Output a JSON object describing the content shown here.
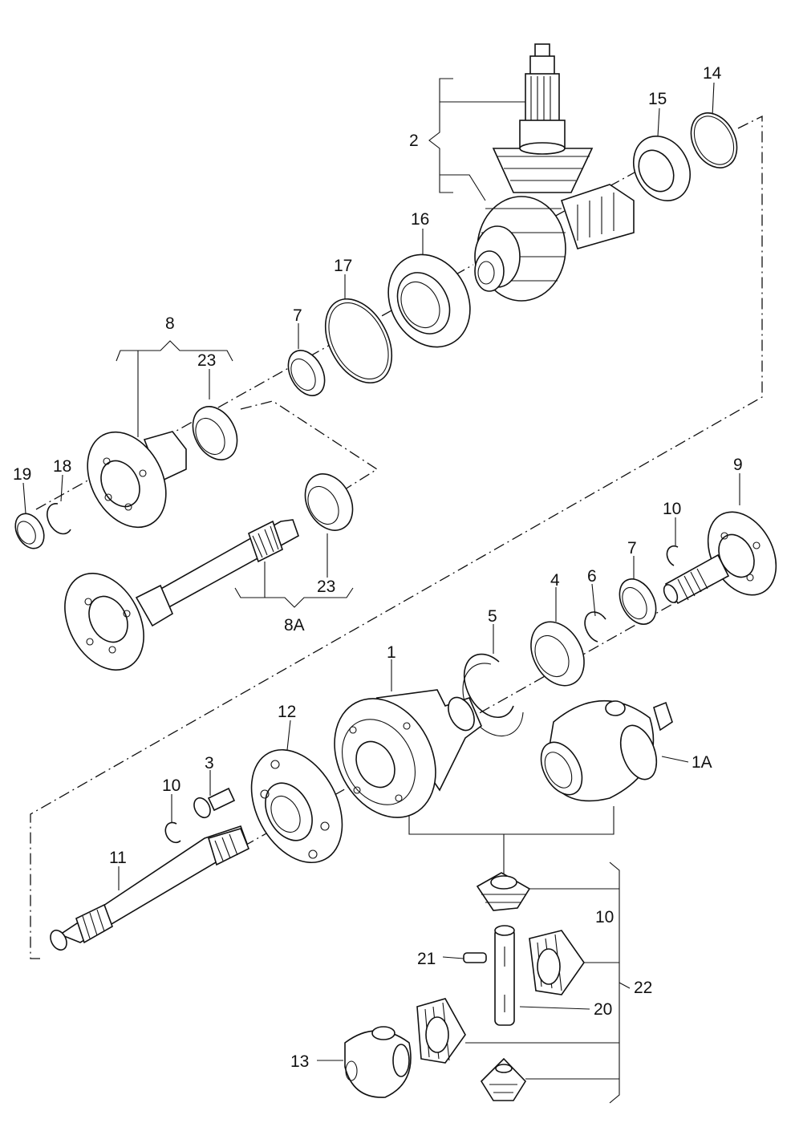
{
  "callouts": {
    "c1": "1",
    "c1A": "1A",
    "c2": "2",
    "c3": "3",
    "c4": "4",
    "c5": "5",
    "c6": "6",
    "c7a": "7",
    "c7b": "7",
    "c8": "8",
    "c8A": "8A",
    "c9": "9",
    "c10a": "10",
    "c10b": "10",
    "c10c": "10",
    "c11": "11",
    "c12": "12",
    "c13": "13",
    "c14": "14",
    "c15": "15",
    "c16": "16",
    "c17": "17",
    "c18": "18",
    "c19": "19",
    "c20": "20",
    "c21": "21",
    "c22": "22",
    "c23a": "23",
    "c23b": "23"
  }
}
